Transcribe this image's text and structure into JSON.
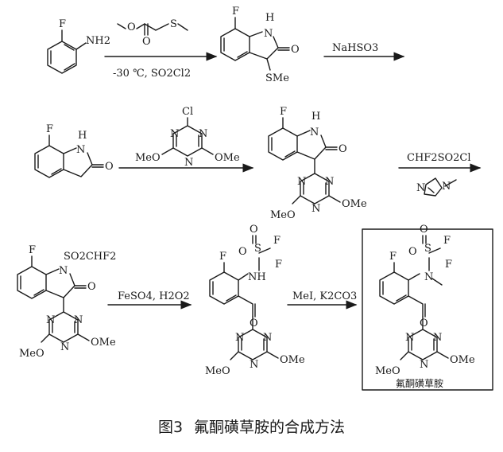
{
  "caption": {
    "figure_label": "图3",
    "title": "氟酮磺草胺的合成方法"
  },
  "step1": {
    "reagent": "-30 ℃, SO2Cl2"
  },
  "step2": {
    "reagent": "NaHSO3"
  },
  "step4": {
    "reagent": "CHF2SO2Cl"
  },
  "step5": {
    "reagent": "FeSO4, H2O2"
  },
  "step6": {
    "reagent": "MeI, K2CO3"
  },
  "product": {
    "name": "氟酮磺草胺"
  },
  "atoms": {
    "F": "F",
    "NH2": "NH2",
    "H": "H",
    "N": "N",
    "O": "O",
    "S": "S",
    "SMe": "SMe",
    "Cl": "Cl",
    "MeO": "MeO",
    "OMe": "OMe",
    "SO2CHF2": "SO2CHF2",
    "NH": "NH"
  }
}
